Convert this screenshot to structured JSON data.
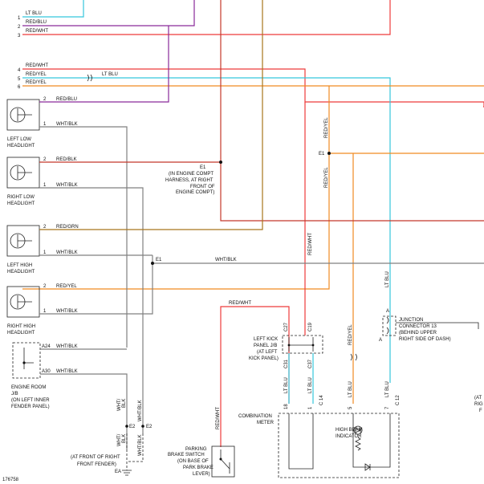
{
  "wires": {
    "lt_blu": "LT BLU",
    "red_blu": "RED/BLU",
    "red_wht": "RED/WHT",
    "red_yel": "RED/YEL",
    "red_blk": "RED/BLK",
    "red_grn": "RED/GRN",
    "wht_blk": "WHT/BLK",
    "wht_blk_stacked": [
      "WHT/",
      "BLK"
    ]
  },
  "pins": {
    "top_1": "1",
    "top_2": "2",
    "top_3": "3",
    "mid_4": "4",
    "mid_5": "5",
    "mid_6": "6",
    "p2": "2",
    "p1": "1",
    "a24": "A24",
    "a30": "A30",
    "e2": "E2",
    "e1": "E1",
    "c27": "C27",
    "c19": "C19",
    "c31": "C31",
    "c37": "C37",
    "m18": "18",
    "m1": "1",
    "m5": "5",
    "m7": "7",
    "c14": "C 14",
    "c12": "C 12",
    "ja": "A"
  },
  "labels": {
    "left_low": [
      "LEFT LOW",
      "HEADLIGHT"
    ],
    "right_low": [
      "RIGHT LOW",
      "HEADLIGHT"
    ],
    "left_high": [
      "LEFT HIGH",
      "HEADLIGHT"
    ],
    "right_high": [
      "RIGHT HIGH",
      "HEADLIGHT"
    ],
    "engine_room": [
      "ENGINE ROOM",
      "J/B",
      "(ON LEFT INNER",
      "FENDER PANEL)"
    ],
    "splice_e1": [
      "E1",
      "(IN ENGINE COMPT",
      "HARNESS, AT RIGHT",
      "FRONT OF",
      "ENGINE COMPT)"
    ],
    "left_kick": [
      "LEFT KICK",
      "PANEL J/B",
      "(AT LEFT",
      "KICK PANEL)"
    ],
    "junction": [
      "JUNCTION",
      "CONNECTOR 13",
      "(BEHIND UPPER",
      "RIGHT SIDE OF DASH)"
    ],
    "combination": [
      "COMBINATION",
      "METER"
    ],
    "high_beam": [
      "HIGH BEAM",
      "INDICATOR"
    ],
    "parking": [
      "PARKING",
      "BRAKE SWITCH",
      "(ON BASE OF",
      "PARK BRAKE",
      "LEVER)"
    ],
    "ground": [
      "(AT FRONT OF RIGHT",
      "FRONT FENDER)"
    ],
    "ground_id": "EA",
    "fig_id": "176758",
    "edge_text": [
      "(AT",
      "RIG",
      "F"
    ]
  },
  "colors": {
    "lt_blu": "#35c6dd",
    "red_blu": "#8a2a9a",
    "red_wht": "#ee3b3b",
    "red_yel": "#f08a22",
    "red_blk": "#c4382a",
    "red_grn": "#a8761c",
    "wht_blk": "#808080",
    "line": "#222222"
  }
}
